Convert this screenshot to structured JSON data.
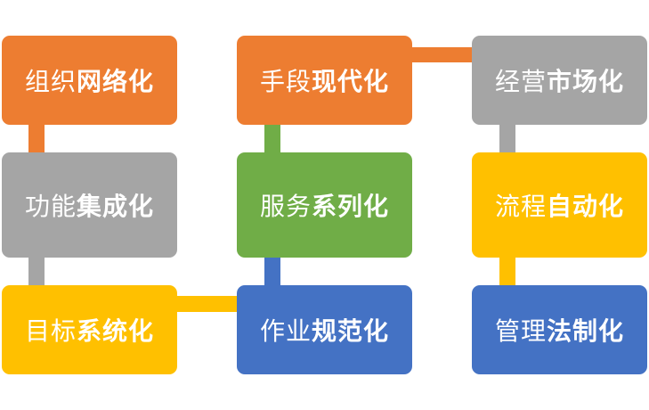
{
  "boxes": [
    {
      "id": "b1",
      "light": "组织",
      "bold": "网络化",
      "color": "#ed7d31"
    },
    {
      "id": "b2",
      "light": "手段",
      "bold": "现代化",
      "color": "#ed7d31"
    },
    {
      "id": "b3",
      "light": "经营",
      "bold": "市场化",
      "color": "#a5a5a5"
    },
    {
      "id": "b4",
      "light": "功能",
      "bold": "集成化",
      "color": "#a5a5a5"
    },
    {
      "id": "b5",
      "light": "服务",
      "bold": "系列化",
      "color": "#70ad47"
    },
    {
      "id": "b6",
      "light": "流程",
      "bold": "自动化",
      "color": "#ffc000"
    },
    {
      "id": "b7",
      "light": "目标",
      "bold": "系统化",
      "color": "#ffc000"
    },
    {
      "id": "b8",
      "light": "作业",
      "bold": "规范化",
      "color": "#4472c4"
    },
    {
      "id": "b9",
      "light": "管理",
      "bold": "法制化",
      "color": "#4472c4"
    }
  ]
}
